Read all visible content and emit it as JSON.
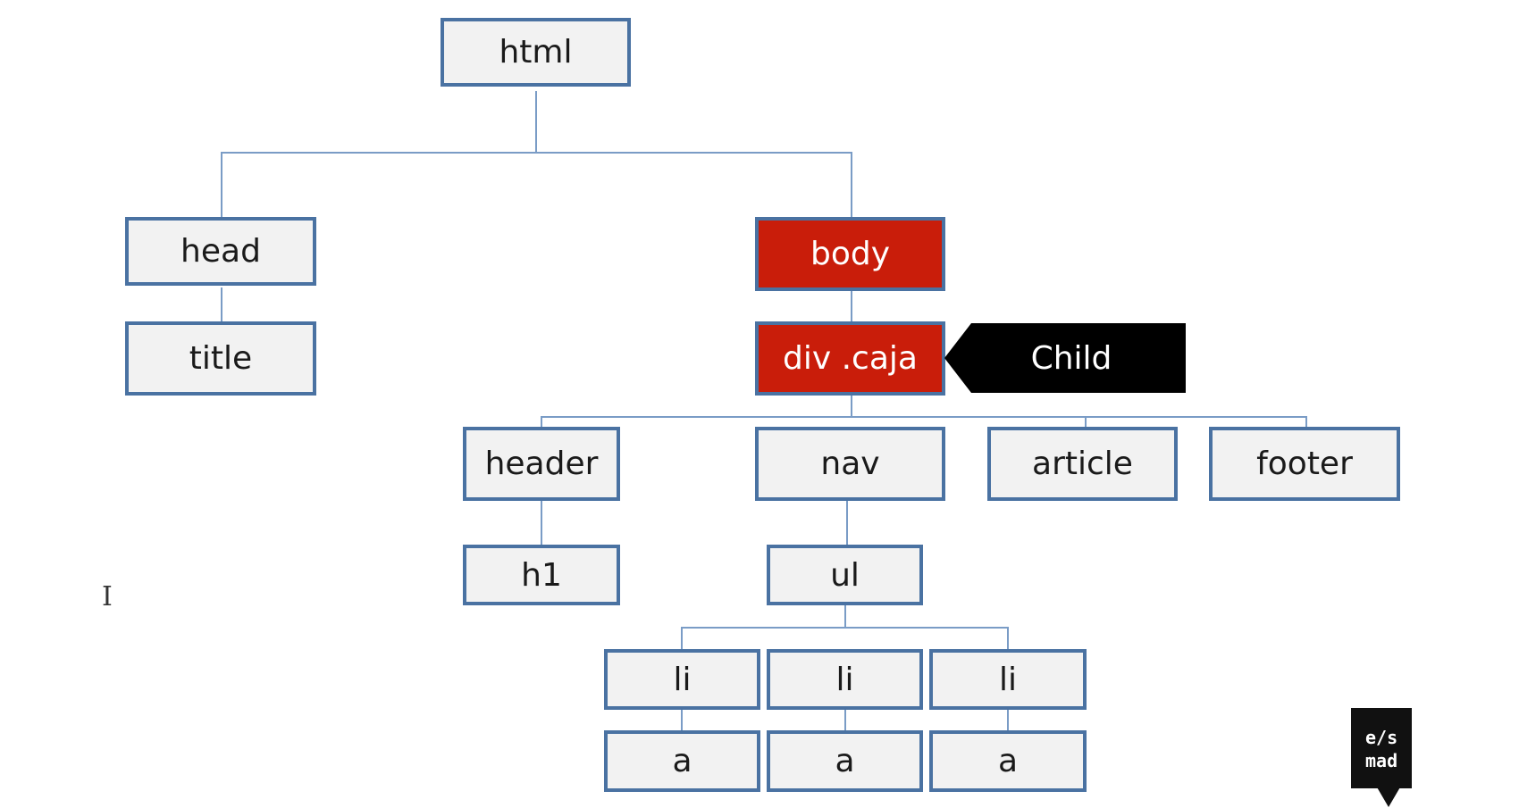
{
  "diagram": {
    "nodes": {
      "html": "html",
      "head": "head",
      "title": "title",
      "body": "body",
      "div": "div .caja",
      "header": "header",
      "nav": "nav",
      "article": "article",
      "footer": "footer",
      "h1": "h1",
      "ul": "ul",
      "li1": "li",
      "li2": "li",
      "li3": "li",
      "a1": "a",
      "a2": "a",
      "a3": "a"
    },
    "callout": "Child",
    "highlight_color": "#c91d0a",
    "node_border_color": "#4a72a2",
    "edge_color": "#7a9cc6"
  },
  "logo": {
    "line1": "e/s",
    "line2": "mad"
  },
  "cursor": {
    "icon": "text-cursor-icon"
  }
}
